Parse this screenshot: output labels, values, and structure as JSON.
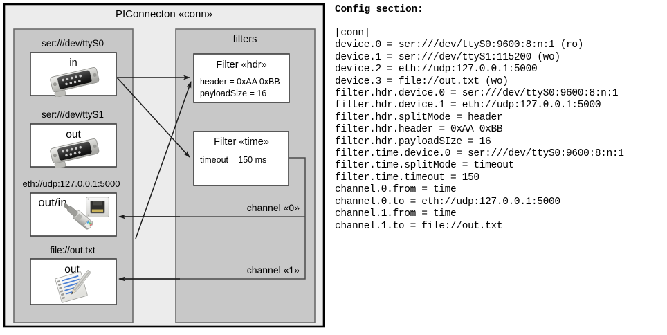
{
  "diagram": {
    "title": "PIConnecton «conn»",
    "devices_panel": {
      "groups": [
        {
          "label": "ser:///dev/ttyS0",
          "box_label": "in",
          "icon": "serial-db9-icon"
        },
        {
          "label": "ser:///dev/ttyS1",
          "box_label": "out",
          "icon": "serial-db9-icon"
        },
        {
          "label": "eth://udp:127.0.0.1:5000",
          "box_label": "out/in",
          "icon": "ethernet-rj45-icon"
        },
        {
          "label": "file://out.txt",
          "box_label": "out",
          "icon": "text-file-icon"
        }
      ]
    },
    "filters_panel": {
      "title": "filters",
      "filters": [
        {
          "title": "Filter «hdr»",
          "props": [
            "header = 0xAA 0xBB",
            "payloadSize = 16"
          ]
        },
        {
          "title": "Filter «time»",
          "props": [
            "timeout = 150 ms"
          ]
        }
      ],
      "channels": [
        {
          "label": "channel «0»"
        },
        {
          "label": "channel «1»"
        }
      ]
    },
    "colors": {
      "outer_fill": "#ececec",
      "panel_fill": "#c8c8c8",
      "box_fill": "#ffffff",
      "stroke": "#3d3d3d",
      "outer_stroke": "#000000",
      "text": "#000000"
    }
  },
  "config": {
    "heading": "Config section:",
    "lines": [
      "[conn]",
      "device.0 = ser:///dev/ttyS0:9600:8:n:1 (ro)",
      "device.1 = ser:///dev/ttyS1:115200 (wo)",
      "device.2 = eth://udp:127.0.0.1:5000",
      "device.3 = file://out.txt (wo)",
      "filter.hdr.device.0 = ser:///dev/ttyS0:9600:8:n:1",
      "filter.hdr.device.1 = eth://udp:127.0.0.1:5000",
      "filter.hdr.splitMode = header",
      "filter.hdr.header = 0xAA 0xBB",
      "filter.hdr.payloadSIze = 16",
      "filter.time.device.0 = ser:///dev/ttyS0:9600:8:n:1",
      "filter.time.splitMode = timeout",
      "filter.time.timeout = 150",
      "channel.0.from = time",
      "channel.0.to = eth://udp:127.0.0.1:5000",
      "channel.1.from = time",
      "channel.1.to = file://out.txt"
    ]
  }
}
